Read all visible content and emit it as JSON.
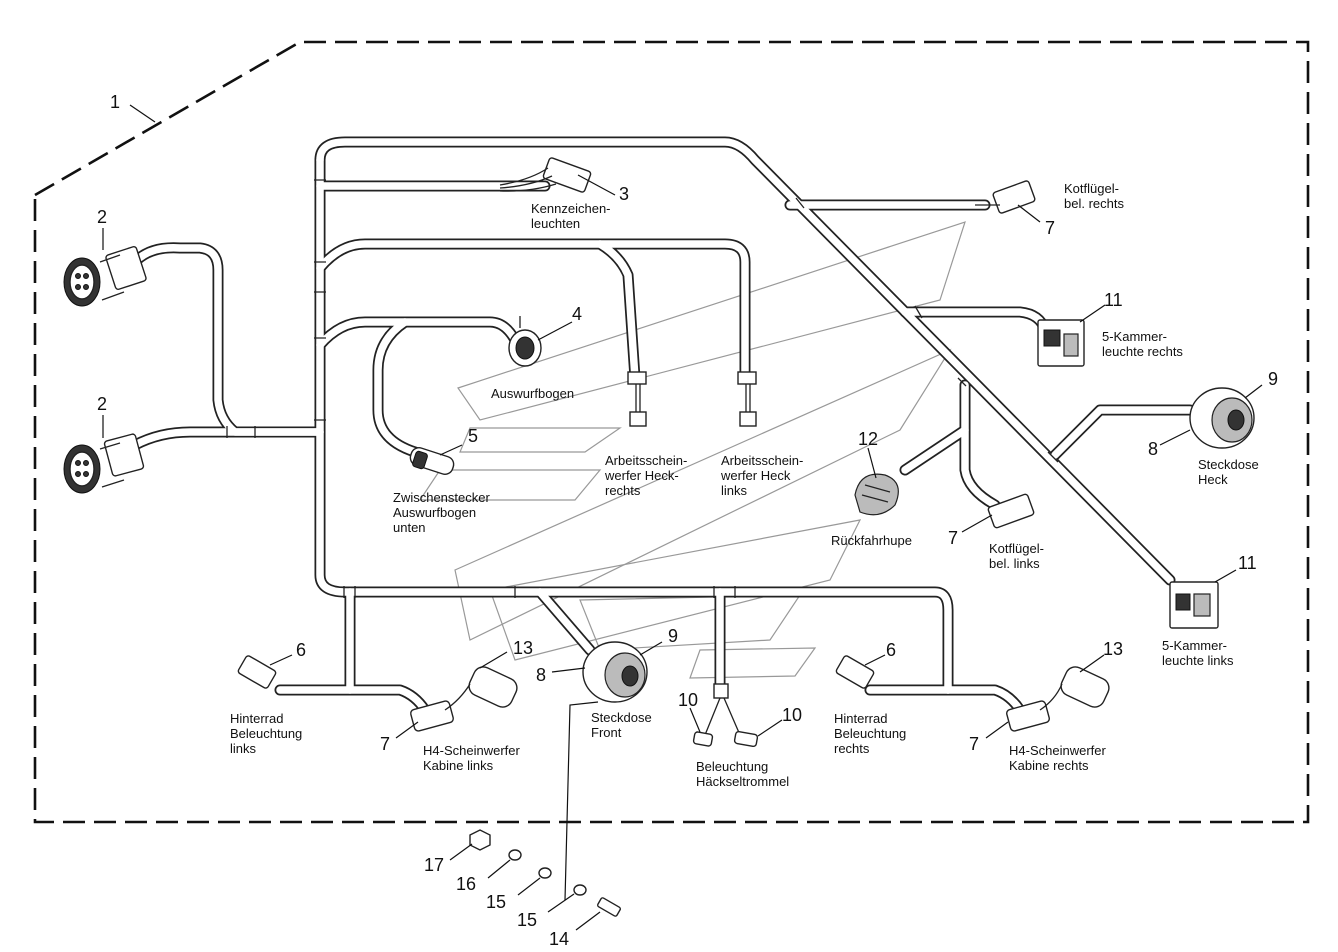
{
  "callouts": {
    "c1": "1",
    "c2a": "2",
    "c2b": "2",
    "c3": "3",
    "c4": "4",
    "c5": "5",
    "c6a": "6",
    "c6b": "6",
    "c7a": "7",
    "c7b": "7",
    "c7c": "7",
    "c7d": "7",
    "c8a": "8",
    "c8b": "8",
    "c9a": "9",
    "c9b": "9",
    "c10a": "10",
    "c10b": "10",
    "c11a": "11",
    "c11b": "11",
    "c12": "12",
    "c13a": "13",
    "c13b": "13",
    "c14": "14",
    "c15a": "15",
    "c15b": "15",
    "c16": "16",
    "c17": "17"
  },
  "labels": {
    "kennzeichen": [
      "Kennzeichen-",
      "leuchten"
    ],
    "kotfluegel_rechts": [
      "Kotflügel-",
      "bel. rechts"
    ],
    "kammer_rechts": [
      "5-Kammer-",
      "leuchte rechts"
    ],
    "auswurfbogen": [
      "Auswurfbogen"
    ],
    "arbeits_rechts": [
      "Arbeitsschein-",
      "werfer Heck-",
      "rechts"
    ],
    "arbeits_links": [
      "Arbeitsschein-",
      "werfer Heck",
      "links"
    ],
    "steckdose_heck": [
      "Steckdose",
      "Heck"
    ],
    "zwischenstecker": [
      "Zwischenstecker",
      "Auswurfbogen",
      "unten"
    ],
    "rueckfahrhupe": [
      "Rückfahrhupe"
    ],
    "kotfluegel_links": [
      "Kotflügel-",
      "bel. links"
    ],
    "kammer_links": [
      "5-Kammer-",
      "leuchte links"
    ],
    "hinterrad_links": [
      "Hinterrad",
      "Beleuchtung",
      "links"
    ],
    "h4_links": [
      "H4-Scheinwerfer",
      "Kabine links"
    ],
    "steckdose_front": [
      "Steckdose",
      "Front"
    ],
    "haecksel": [
      "Beleuchtung",
      "Häckseltrommel"
    ],
    "hinterrad_rechts": [
      "Hinterrad",
      "Beleuchtung",
      "rechts"
    ],
    "h4_rechts": [
      "H4-Scheinwerfer",
      "Kabine rechts"
    ]
  }
}
